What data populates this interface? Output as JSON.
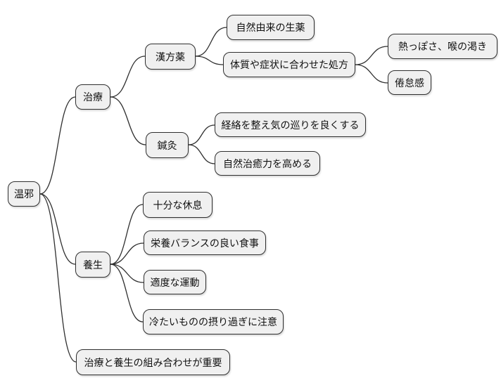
{
  "diagram": {
    "type": "mindmap",
    "background": "#ffffff",
    "node_fill": "#f0f0f0",
    "node_border": "#2f2f2f",
    "edge_color": "#2f2f2f",
    "text_color": "#111111"
  },
  "nodes": {
    "root": {
      "label": "温邪"
    },
    "chiryo": {
      "label": "治療"
    },
    "kampo": {
      "label": "漢方薬"
    },
    "shoyaku": {
      "label": "自然由来の生薬"
    },
    "shoho": {
      "label": "体質や症状に合わせた処方"
    },
    "netsuppo": {
      "label": "熱っぽさ、喉の渇き"
    },
    "kentaikan": {
      "label": "倦怠感"
    },
    "shinkyu": {
      "label": "鍼灸"
    },
    "keiraku": {
      "label": "経絡を整え気の巡りを良くする"
    },
    "chiyu": {
      "label": "自然治癒力を高める"
    },
    "yojo": {
      "label": "養生"
    },
    "kyusoku": {
      "label": "十分な休息"
    },
    "shokuji": {
      "label": "栄養バランスの良い食事"
    },
    "undo": {
      "label": "適度な運動"
    },
    "tsumetai": {
      "label": "冷たいものの摂り過ぎに注意"
    },
    "kumiawase": {
      "label": "治療と養生の組み合わせが重要"
    }
  },
  "edges": [
    {
      "from": "温邪",
      "to": "治療"
    },
    {
      "from": "温邪",
      "to": "養生"
    },
    {
      "from": "温邪",
      "to": "治療と養生の組み合わせが重要"
    },
    {
      "from": "治療",
      "to": "漢方薬"
    },
    {
      "from": "治療",
      "to": "鍼灸"
    },
    {
      "from": "漢方薬",
      "to": "自然由来の生薬"
    },
    {
      "from": "漢方薬",
      "to": "体質や症状に合わせた処方"
    },
    {
      "from": "体質や症状に合わせた処方",
      "to": "熱っぽさ、喉の渇き"
    },
    {
      "from": "体質や症状に合わせた処方",
      "to": "倦怠感"
    },
    {
      "from": "鍼灸",
      "to": "経絡を整え気の巡りを良くする"
    },
    {
      "from": "鍼灸",
      "to": "自然治癒力を高める"
    },
    {
      "from": "養生",
      "to": "十分な休息"
    },
    {
      "from": "養生",
      "to": "栄養バランスの良い食事"
    },
    {
      "from": "養生",
      "to": "適度な運動"
    },
    {
      "from": "養生",
      "to": "冷たいものの摂り過ぎに注意"
    }
  ]
}
